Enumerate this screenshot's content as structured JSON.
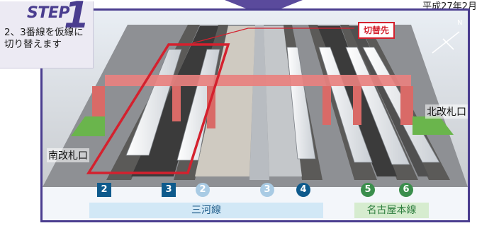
{
  "header": {
    "date_fragment": "平成27年2月"
  },
  "step": {
    "title": "STEP",
    "number": "1",
    "description": "2、3番線を仮線に切り替えます"
  },
  "labels": {
    "kirikaesaki": "切替先",
    "kita_gate": "北改札口",
    "minami_gate": "南改札口",
    "compass": "N"
  },
  "platforms": [
    {
      "num": "2",
      "style": "square",
      "color": "#0e5a8c"
    },
    {
      "num": "3",
      "style": "square",
      "color": "#0e5a8c"
    },
    {
      "num": "2",
      "style": "circle-light",
      "color": "#a9cbe4"
    },
    {
      "num": "3",
      "style": "circle-light",
      "color": "#a9cbe4"
    },
    {
      "num": "4",
      "style": "circle",
      "color": "#0e5a8c"
    },
    {
      "num": "5",
      "style": "circle",
      "color": "#3a8e4c"
    },
    {
      "num": "6",
      "style": "circle",
      "color": "#3a8e4c"
    }
  ],
  "lines": {
    "mikawa": {
      "label": "三河線",
      "color": "#d2e8f6"
    },
    "nagoya_honsen": {
      "label": "名古屋本線",
      "color": "#d6eccf"
    }
  },
  "colors": {
    "frame": "#4a3d8f",
    "highlight": "#d4212e",
    "bridge": "#e8817f",
    "green_area": "#6ab54c"
  }
}
